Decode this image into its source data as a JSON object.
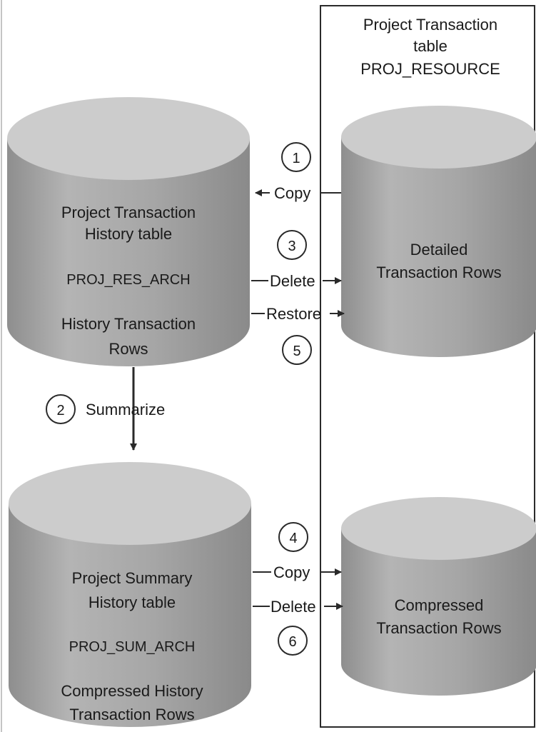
{
  "container": {
    "title_line1": "Project Transaction",
    "title_line2": "table",
    "title_line3": "PROJ_RESOURCE"
  },
  "cylinders": {
    "history": {
      "line1": "Project Transaction",
      "line2": "History table",
      "code": "PROJ_RES_ARCH",
      "line3": "History Transaction",
      "line4": "Rows"
    },
    "detailed": {
      "line1": "Detailed",
      "line2": "Transaction Rows"
    },
    "summary": {
      "line1": "Project Summary",
      "line2": "History table",
      "code": "PROJ_SUM_ARCH",
      "line3": "Compressed History",
      "line4": "Transaction Rows"
    },
    "compressed": {
      "line1": "Compressed",
      "line2": "Transaction Rows"
    }
  },
  "steps": {
    "s1": "1",
    "s2": "2",
    "s3": "3",
    "s4": "4",
    "s5": "5",
    "s6": "6"
  },
  "arrows": {
    "copy_to_history": "Copy",
    "delete_detailed": "Delete",
    "restore_detailed": "Restore",
    "summarize": "Summarize",
    "copy_to_compressed": "Copy",
    "delete_compressed": "Delete"
  },
  "colors": {
    "cylinder_fill": "#a9a9a9",
    "cylinder_top": "#cbcbcb",
    "line": "#2a2a2a"
  }
}
